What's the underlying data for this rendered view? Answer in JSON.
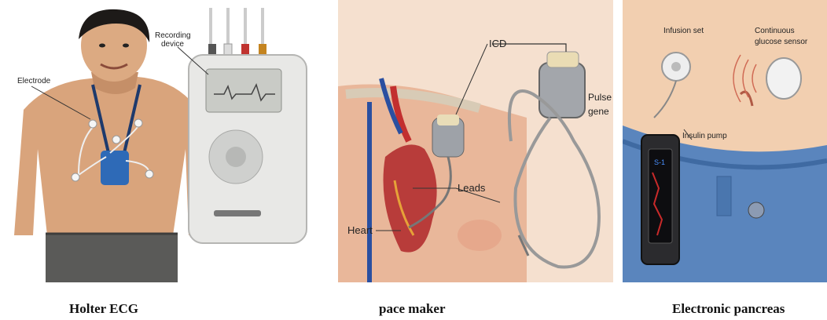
{
  "panels": [
    {
      "caption": "Holter ECG",
      "labels": {
        "electrode": "Electrode",
        "recording_line1": "Recording",
        "recording_line2": "device"
      }
    },
    {
      "caption": "pace maker",
      "labels": {
        "icd": "ICD",
        "pulse_line1": "Pulse",
        "pulse_line2": "gene",
        "leads": "Leads",
        "heart": "Heart"
      }
    },
    {
      "caption": "Electronic pancreas",
      "labels": {
        "infusion": "Infusion set",
        "cgm_line1": "Continuous",
        "cgm_line2": "glucose sensor",
        "pump": "Insulin pump",
        "screen": "S-1"
      }
    }
  ]
}
